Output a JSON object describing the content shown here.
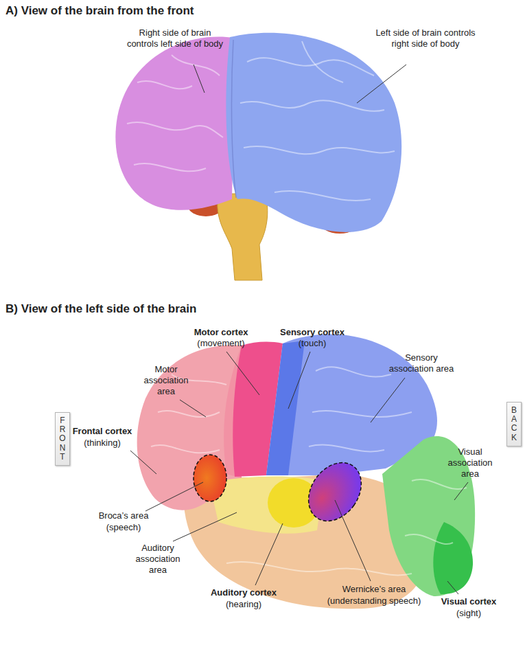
{
  "diagram": {
    "nodes": [
      {
        "text": [
          "FRONT"
        ]
      },
      {
        "text": [
          "BACK"
        ]
      }
    ],
    "labels": [
      "A) View of the brain from the front",
      "Right side of brain controls left side of body",
      "Left side of brain controls right side of body",
      "B) View of the left side of the brain",
      "Motor cortex",
      "(movement)",
      "Sensory cortex",
      "(touch)",
      "Motor association area",
      "Sensory association area",
      "Frontal cortex",
      "(thinking)",
      "Visual association area",
      "Broca’s area",
      "(speech)",
      "Auditory association area",
      "Auditory cortex",
      "(hearing)",
      "Wernicke’s area",
      "(understanding speech)",
      "Visual cortex",
      "(sight)"
    ]
  }
}
